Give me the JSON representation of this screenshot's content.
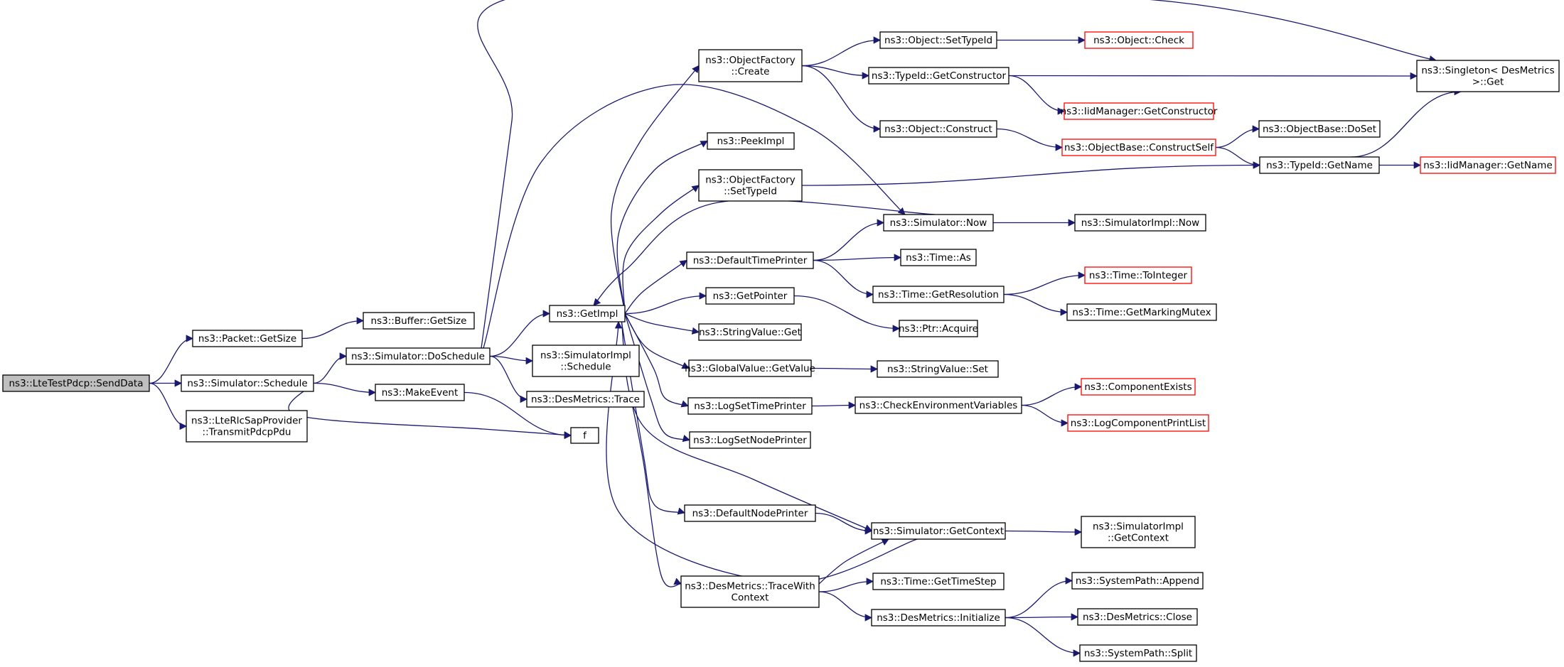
{
  "diagram": {
    "edge_color": "#191970",
    "nodes": [
      {
        "id": "root",
        "lines": [
          "ns3::LteTestPdcp::SendData"
        ],
        "style": "root"
      },
      {
        "id": "pkt_getsize",
        "lines": [
          "ns3::Packet::GetSize"
        ]
      },
      {
        "id": "sim_schedule",
        "lines": [
          "ns3::Simulator::Schedule"
        ]
      },
      {
        "id": "rlc_transmit",
        "lines": [
          "ns3::LteRlcSapProvider",
          "::TransmitPdcpPdu"
        ]
      },
      {
        "id": "buf_getsize",
        "lines": [
          "ns3::Buffer::GetSize"
        ]
      },
      {
        "id": "sim_doschedule",
        "lines": [
          "ns3::Simulator::DoSchedule"
        ]
      },
      {
        "id": "makeevent",
        "lines": [
          "ns3::MakeEvent"
        ]
      },
      {
        "id": "f",
        "lines": [
          "f"
        ]
      },
      {
        "id": "getimpl",
        "lines": [
          "ns3::GetImpl"
        ]
      },
      {
        "id": "simimpl_schedule",
        "lines": [
          "ns3::SimulatorImpl",
          "::Schedule"
        ]
      },
      {
        "id": "des_trace",
        "lines": [
          "ns3::DesMetrics::Trace"
        ]
      },
      {
        "id": "of_create",
        "lines": [
          "ns3::ObjectFactory",
          "::Create"
        ]
      },
      {
        "id": "peekimpl",
        "lines": [
          "ns3::PeekImpl"
        ]
      },
      {
        "id": "of_settypeid",
        "lines": [
          "ns3::ObjectFactory",
          "::SetTypeId"
        ]
      },
      {
        "id": "default_time_printer",
        "lines": [
          "ns3::DefaultTimePrinter"
        ]
      },
      {
        "id": "getpointer",
        "lines": [
          "ns3::GetPointer"
        ]
      },
      {
        "id": "stringvalue_get",
        "lines": [
          "ns3::StringValue::Get"
        ]
      },
      {
        "id": "gv_getvalue",
        "lines": [
          "ns3::GlobalValue::GetValue"
        ]
      },
      {
        "id": "logsettimeprinter",
        "lines": [
          "ns3::LogSetTimePrinter"
        ]
      },
      {
        "id": "logsetnodeprinter",
        "lines": [
          "ns3::LogSetNodePrinter"
        ]
      },
      {
        "id": "default_node_printer",
        "lines": [
          "ns3::DefaultNodePrinter"
        ]
      },
      {
        "id": "tracewithcontext",
        "lines": [
          "ns3::DesMetrics::TraceWith",
          "Context"
        ]
      },
      {
        "id": "obj_settypeid",
        "lines": [
          "ns3::Object::SetTypeId"
        ]
      },
      {
        "id": "typeid_getconstructor",
        "lines": [
          "ns3::TypeId::GetConstructor"
        ]
      },
      {
        "id": "obj_construct",
        "lines": [
          "ns3::Object::Construct"
        ]
      },
      {
        "id": "sim_now",
        "lines": [
          "ns3::Simulator::Now"
        ]
      },
      {
        "id": "time_as",
        "lines": [
          "ns3::Time::As"
        ]
      },
      {
        "id": "time_getresolution",
        "lines": [
          "ns3::Time::GetResolution"
        ]
      },
      {
        "id": "ptr_acquire",
        "lines": [
          "ns3::Ptr::Acquire"
        ]
      },
      {
        "id": "stringvalue_set",
        "lines": [
          "ns3::StringValue::Set"
        ]
      },
      {
        "id": "check_env",
        "lines": [
          "ns3::CheckEnvironmentVariables"
        ]
      },
      {
        "id": "sim_getcontext",
        "lines": [
          "ns3::Simulator::GetContext"
        ]
      },
      {
        "id": "time_gettimestep",
        "lines": [
          "ns3::Time::GetTimeStep"
        ]
      },
      {
        "id": "des_initialize",
        "lines": [
          "ns3::DesMetrics::Initialize"
        ]
      },
      {
        "id": "obj_check",
        "lines": [
          "ns3::Object::Check"
        ],
        "style": "red"
      },
      {
        "id": "iid_getconstructor",
        "lines": [
          "ns3::IidManager::GetConstructor"
        ],
        "style": "red"
      },
      {
        "id": "ob_constructself",
        "lines": [
          "ns3::ObjectBase::ConstructSelf"
        ],
        "style": "red"
      },
      {
        "id": "simimpl_now",
        "lines": [
          "ns3::SimulatorImpl::Now"
        ]
      },
      {
        "id": "time_tointeger",
        "lines": [
          "ns3::Time::ToInteger"
        ],
        "style": "red"
      },
      {
        "id": "time_getmarkingmutex",
        "lines": [
          "ns3::Time::GetMarkingMutex"
        ]
      },
      {
        "id": "componentexists",
        "lines": [
          "ns3::ComponentExists"
        ],
        "style": "red"
      },
      {
        "id": "logcomponentprintlist",
        "lines": [
          "ns3::LogComponentPrintList"
        ],
        "style": "red"
      },
      {
        "id": "simimpl_getcontext",
        "lines": [
          "ns3::SimulatorImpl",
          "::GetContext"
        ]
      },
      {
        "id": "sp_append",
        "lines": [
          "ns3::SystemPath::Append"
        ]
      },
      {
        "id": "des_close",
        "lines": [
          "ns3::DesMetrics::Close"
        ]
      },
      {
        "id": "sp_split",
        "lines": [
          "ns3::SystemPath::Split"
        ]
      },
      {
        "id": "ob_doset",
        "lines": [
          "ns3::ObjectBase::DoSet"
        ]
      },
      {
        "id": "typeid_getname",
        "lines": [
          "ns3::TypeId::GetName"
        ]
      },
      {
        "id": "singleton_get",
        "lines": [
          "ns3::Singleton< DesMetrics",
          " >::Get"
        ]
      },
      {
        "id": "iid_getname",
        "lines": [
          "ns3::IidManager::GetName"
        ],
        "style": "red"
      }
    ],
    "edges": [
      [
        "root",
        "pkt_getsize"
      ],
      [
        "root",
        "sim_schedule"
      ],
      [
        "root",
        "rlc_transmit"
      ],
      [
        "pkt_getsize",
        "buf_getsize"
      ],
      [
        "sim_schedule",
        "sim_doschedule"
      ],
      [
        "sim_schedule",
        "makeevent"
      ],
      [
        "sim_schedule",
        "f"
      ],
      [
        "makeevent",
        "f"
      ],
      [
        "sim_doschedule",
        "getimpl"
      ],
      [
        "sim_doschedule",
        "simimpl_schedule"
      ],
      [
        "sim_doschedule",
        "des_trace"
      ],
      [
        "sim_doschedule",
        "singleton_get"
      ],
      [
        "sim_doschedule",
        "sim_now"
      ],
      [
        "getimpl",
        "of_create"
      ],
      [
        "getimpl",
        "peekimpl"
      ],
      [
        "getimpl",
        "of_settypeid"
      ],
      [
        "getimpl",
        "default_time_printer"
      ],
      [
        "getimpl",
        "getpointer"
      ],
      [
        "getimpl",
        "stringvalue_get"
      ],
      [
        "getimpl",
        "gv_getvalue"
      ],
      [
        "getimpl",
        "logsettimeprinter"
      ],
      [
        "getimpl",
        "logsetnodeprinter"
      ],
      [
        "getimpl",
        "default_node_printer"
      ],
      [
        "getimpl",
        "sim_getcontext"
      ],
      [
        "des_trace",
        "tracewithcontext"
      ],
      [
        "of_create",
        "obj_settypeid"
      ],
      [
        "of_create",
        "typeid_getconstructor"
      ],
      [
        "of_create",
        "obj_construct"
      ],
      [
        "of_settypeid",
        "typeid_getname"
      ],
      [
        "default_time_printer",
        "sim_now"
      ],
      [
        "default_time_printer",
        "time_as"
      ],
      [
        "default_time_printer",
        "time_getresolution"
      ],
      [
        "sim_now",
        "getimpl"
      ],
      [
        "sim_now",
        "simimpl_now"
      ],
      [
        "getpointer",
        "ptr_acquire"
      ],
      [
        "gv_getvalue",
        "stringvalue_set"
      ],
      [
        "logsettimeprinter",
        "check_env"
      ],
      [
        "default_node_printer",
        "sim_getcontext"
      ],
      [
        "sim_getcontext",
        "getimpl"
      ],
      [
        "sim_getcontext",
        "simimpl_getcontext"
      ],
      [
        "tracewithcontext",
        "sim_getcontext"
      ],
      [
        "tracewithcontext",
        "time_gettimestep"
      ],
      [
        "tracewithcontext",
        "des_initialize"
      ],
      [
        "obj_settypeid",
        "obj_check"
      ],
      [
        "typeid_getconstructor",
        "iid_getconstructor"
      ],
      [
        "typeid_getconstructor",
        "singleton_get"
      ],
      [
        "obj_construct",
        "ob_constructself"
      ],
      [
        "ob_constructself",
        "ob_doset"
      ],
      [
        "ob_constructself",
        "typeid_getname"
      ],
      [
        "typeid_getname",
        "singleton_get"
      ],
      [
        "typeid_getname",
        "iid_getname"
      ],
      [
        "time_getresolution",
        "time_tointeger"
      ],
      [
        "time_getresolution",
        "time_getmarkingmutex"
      ],
      [
        "check_env",
        "componentexists"
      ],
      [
        "check_env",
        "logcomponentprintlist"
      ],
      [
        "des_initialize",
        "sp_append"
      ],
      [
        "des_initialize",
        "des_close"
      ],
      [
        "des_initialize",
        "sp_split"
      ]
    ]
  }
}
